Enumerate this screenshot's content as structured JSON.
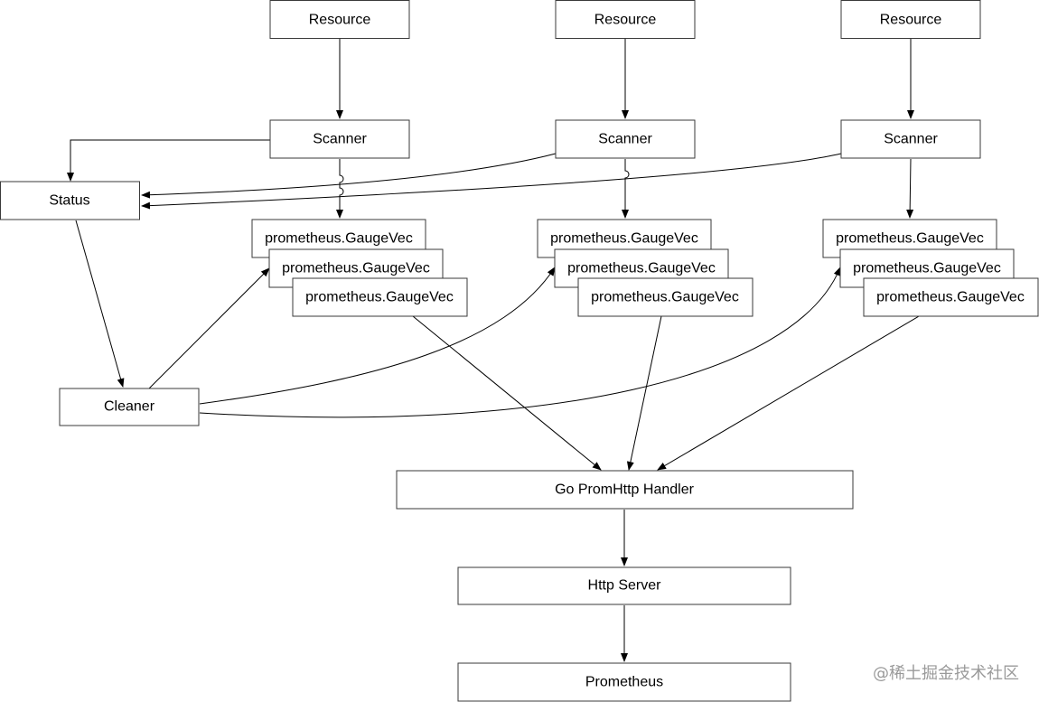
{
  "nodes": {
    "resource_1": "Resource",
    "resource_2": "Resource",
    "resource_3": "Resource",
    "scanner_1": "Scanner",
    "scanner_2": "Scanner",
    "scanner_3": "Scanner",
    "status": "Status",
    "cleaner": "Cleaner",
    "gauge_1a": "prometheus.GaugeVec",
    "gauge_1b": "prometheus.GaugeVec",
    "gauge_1c": "prometheus.GaugeVec",
    "gauge_2a": "prometheus.GaugeVec",
    "gauge_2b": "prometheus.GaugeVec",
    "gauge_2c": "prometheus.GaugeVec",
    "gauge_3a": "prometheus.GaugeVec",
    "gauge_3b": "prometheus.GaugeVec",
    "gauge_3c": "prometheus.GaugeVec",
    "handler": "Go PromHttp Handler",
    "http_server": "Http Server",
    "prometheus": "Prometheus"
  },
  "watermark": "@稀土掘金技术社区"
}
